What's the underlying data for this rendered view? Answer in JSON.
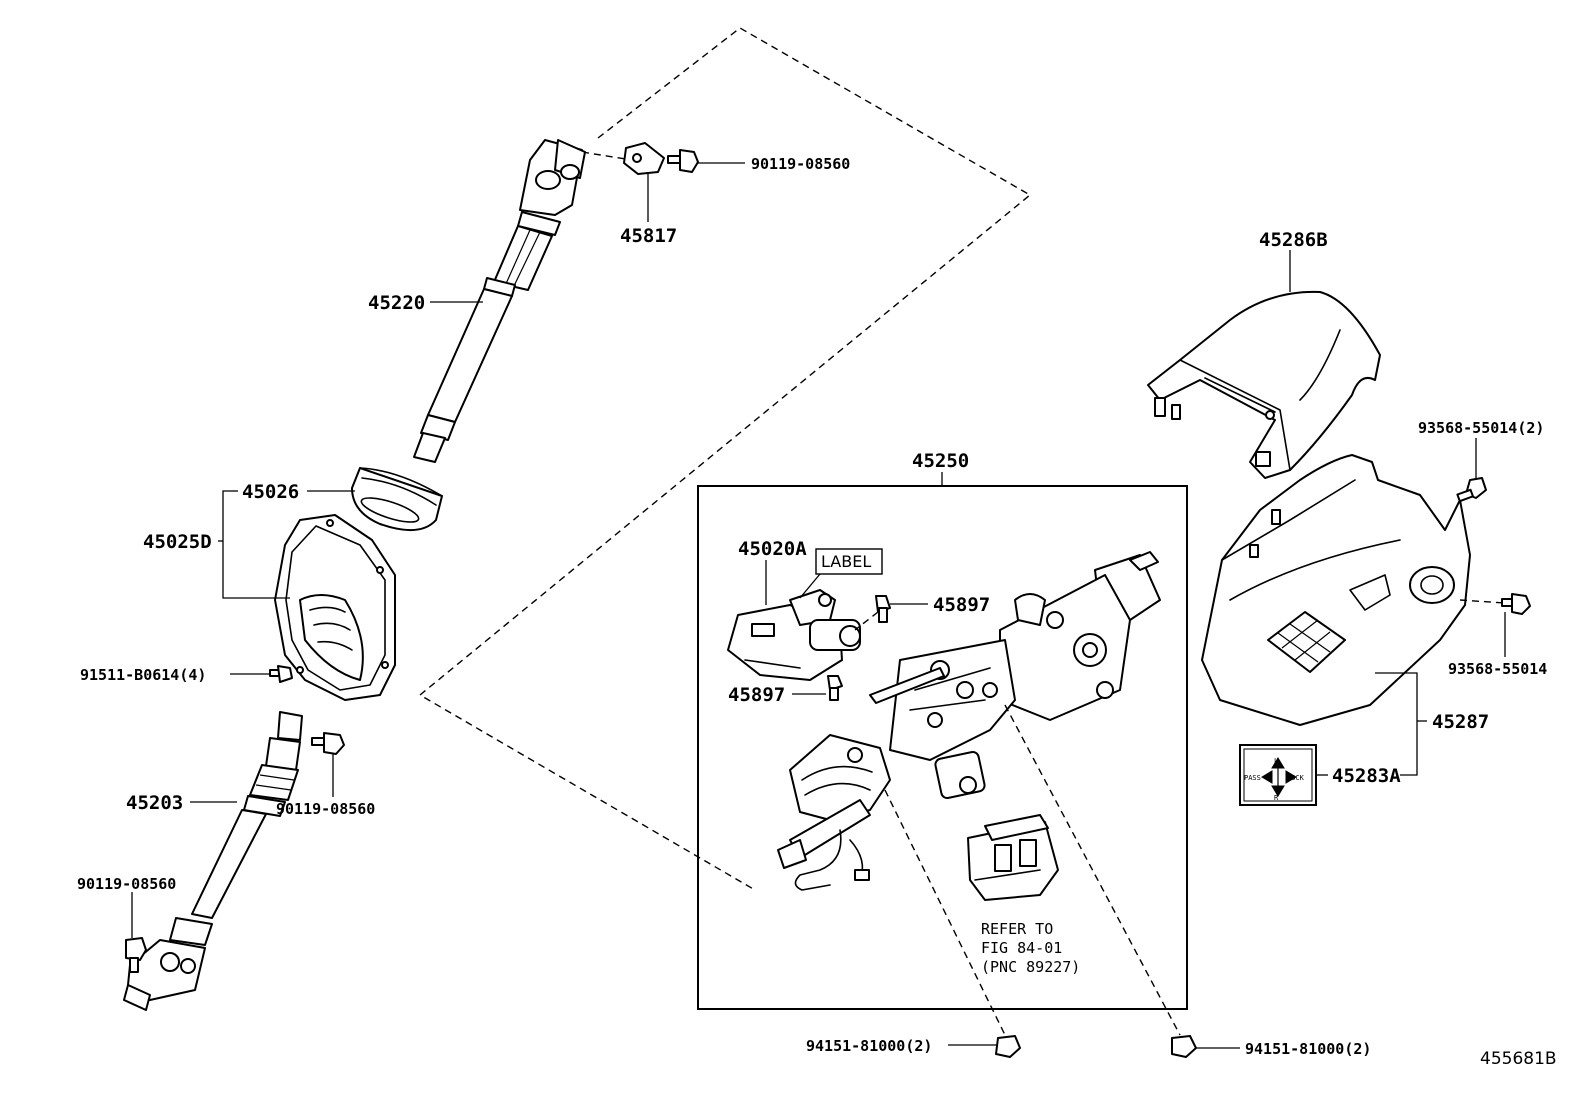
{
  "diagram": {
    "figure_number": "455681B",
    "parts": [
      {
        "id": "45220",
        "label": "45220"
      },
      {
        "id": "45817",
        "label": "45817"
      },
      {
        "id": "90119-08560-top",
        "label": "90119-08560"
      },
      {
        "id": "45026",
        "label": "45026"
      },
      {
        "id": "45025D",
        "label": "45025D"
      },
      {
        "id": "91511-B0614",
        "label": "91511-B0614(4)"
      },
      {
        "id": "90119-08560-mid",
        "label": "90119-08560"
      },
      {
        "id": "45203",
        "label": "45203"
      },
      {
        "id": "90119-08560-low",
        "label": "90119-08560"
      },
      {
        "id": "45250",
        "label": "45250"
      },
      {
        "id": "45020A",
        "label": "45020A"
      },
      {
        "id": "45897-a",
        "label": "45897"
      },
      {
        "id": "45897-b",
        "label": "45897"
      },
      {
        "id": "94151-81000-left",
        "label": "94151-81000(2)"
      },
      {
        "id": "94151-81000-right",
        "label": "94151-81000(2)"
      },
      {
        "id": "45286B",
        "label": "45286B"
      },
      {
        "id": "93568-55014-2",
        "label": "93568-55014(2)"
      },
      {
        "id": "93568-55014",
        "label": "93568-55014"
      },
      {
        "id": "45287",
        "label": "45287"
      },
      {
        "id": "45283A",
        "label": "45283A"
      }
    ],
    "label_tag": "LABEL",
    "reference_note": {
      "line1": "REFER TO",
      "line2": "FIG 84-01",
      "line3": "(PNC 89227)"
    },
    "decal_text": {
      "top": "L",
      "bottom": "R",
      "middle": "PASS",
      "middle_right": "LOCK"
    }
  }
}
